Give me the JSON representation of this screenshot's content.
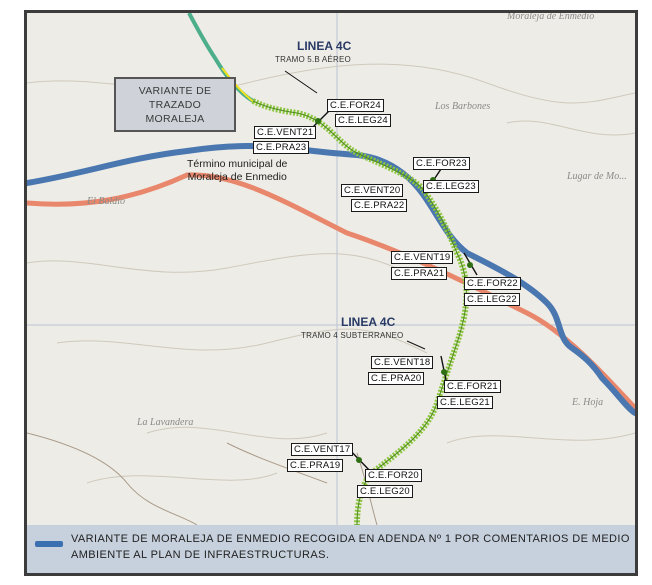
{
  "map": {
    "title_top": "LINEA 4C",
    "subtitle_top": "TRAMO 5.B AÉREO",
    "title_mid": "LINEA 4C",
    "subtitle_mid": "TRAMO 4 SUBTERRANEO",
    "variante_label": [
      "VARIANTE DE",
      "TRAZADO",
      "MORALEJA"
    ],
    "municipal_label": [
      "Término municipal de",
      "Moraleja de Enmedio"
    ],
    "place_names": [
      "Moraleja de Enmedio",
      "Los Barbones",
      "Lugar de Mo...",
      "El Baldío",
      "La Lavandera",
      "E. Hoja"
    ],
    "colors": {
      "route_green": "#8cc63f",
      "route_yellow": "#f2e21a",
      "boundary_blue": "#4a77b0",
      "line_red": "#e8876c",
      "legend_bg": "#c7d1dd"
    }
  },
  "labels": [
    "C.E.FOR24",
    "C.E.LEG24",
    "C.E.VENT21",
    "C.E.PRA23",
    "C.E.FOR23",
    "C.E.VENT20",
    "C.E.LEG23",
    "C.E.PRA22",
    "C.E.VENT19",
    "C.E.PRA21",
    "C.E.FOR22",
    "C.E.LEG22",
    "C.E.VENT18",
    "C.E.PRA20",
    "C.E.FOR21",
    "C.E.LEG21",
    "C.E.VENT17",
    "C.E.PRA19",
    "C.E.FOR20",
    "C.E.LEG20"
  ],
  "legend": {
    "text": "VARIANTE DE MORALEJA DE ENMEDIO RECOGIDA EN ADENDA Nº 1 POR COMENTARIOS DE MEDIO AMBIENTE AL PLAN DE INFRAESTRUCTURAS."
  }
}
